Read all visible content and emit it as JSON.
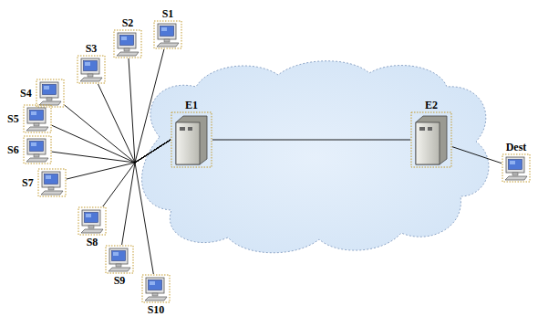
{
  "diagram": {
    "nodes": [
      {
        "text": [
          "S1"
        ]
      },
      {
        "text": [
          "S2"
        ]
      },
      {
        "text": [
          "S3"
        ]
      },
      {
        "text": [
          "S4"
        ]
      },
      {
        "text": [
          "S5"
        ]
      },
      {
        "text": [
          "S6"
        ]
      },
      {
        "text": [
          "S7"
        ]
      },
      {
        "text": [
          "S8"
        ]
      },
      {
        "text": [
          "S9"
        ]
      },
      {
        "text": [
          "S10"
        ]
      },
      {
        "text": [
          "E1"
        ]
      },
      {
        "text": [
          "E2"
        ]
      },
      {
        "text": [
          "Dest"
        ]
      }
    ],
    "edges": [
      {
        "from": 0,
        "to": 10,
        "arrow": "none"
      },
      {
        "from": 1,
        "to": 10,
        "arrow": "none"
      },
      {
        "from": 2,
        "to": 10,
        "arrow": "none"
      },
      {
        "from": 3,
        "to": 10,
        "arrow": "none"
      },
      {
        "from": 4,
        "to": 10,
        "arrow": "none"
      },
      {
        "from": 5,
        "to": 10,
        "arrow": "none"
      },
      {
        "from": 6,
        "to": 10,
        "arrow": "none"
      },
      {
        "from": 7,
        "to": 10,
        "arrow": "none"
      },
      {
        "from": 8,
        "to": 10,
        "arrow": "none"
      },
      {
        "from": 9,
        "to": 10,
        "arrow": "none"
      },
      {
        "from": 10,
        "to": 11,
        "arrow": "none"
      },
      {
        "from": 11,
        "to": 12,
        "arrow": "none"
      }
    ]
  }
}
